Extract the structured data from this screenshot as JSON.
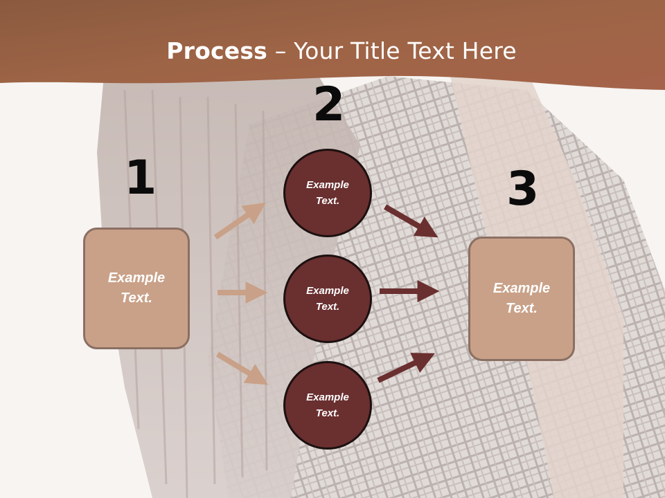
{
  "title": {
    "bold": "Process",
    "rest": " – Your Title Text Here"
  },
  "numbers": {
    "n1": "1",
    "n2": "2",
    "n3": "3"
  },
  "boxes": {
    "left": "Example Text.",
    "right": "Example Text."
  },
  "circles": {
    "top": "Example Text.",
    "middle": "Example Text.",
    "bottom": "Example Text."
  },
  "colors": {
    "header": "#9a5e40",
    "box": "#c9a188",
    "circle": "#6a2f2f",
    "arrow_light": "#c9a188",
    "arrow_dark": "#6a2f2f"
  }
}
